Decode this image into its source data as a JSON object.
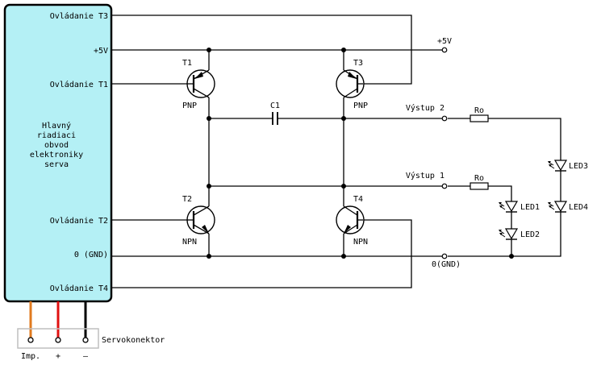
{
  "colors": {
    "block_fill": "#b4f0f5",
    "wire": "#000000",
    "imp_wire": "#e07a1e",
    "plus_wire": "#e01010",
    "minus_wire": "#000000",
    "connector_box": "#bfbfbf"
  },
  "block": {
    "pins": {
      "ctrl_t3": "Ovládanie T3",
      "plus5v": "+5V",
      "ctrl_t1": "Ovládanie T1",
      "ctrl_t2": "Ovládanie T2",
      "gnd": "0 (GND)",
      "ctrl_t4": "Ovládanie T4"
    },
    "title_lines": [
      "Hlavný",
      "riadiaci",
      "obvod",
      "elektroniky",
      "serva"
    ]
  },
  "supply": {
    "plus_label": "+5V",
    "gnd_label": "0(GND)"
  },
  "transistors": {
    "t1": {
      "name": "T1",
      "type": "PNP"
    },
    "t2": {
      "name": "T2",
      "type": "NPN"
    },
    "t3": {
      "name": "T3",
      "type": "PNP"
    },
    "t4": {
      "name": "T4",
      "type": "NPN"
    }
  },
  "capacitor": {
    "name": "C1"
  },
  "outputs": {
    "out2": "Výstup 2",
    "out1": "Výstup 1"
  },
  "resistors": {
    "r_top": "Ro",
    "r_bottom": "Ro"
  },
  "leds": {
    "led1": "LED1",
    "led2": "LED2",
    "led3": "LED3",
    "led4": "LED4"
  },
  "connector": {
    "label": "Servokonektor",
    "pins": [
      "Imp.",
      "+",
      "—"
    ]
  }
}
